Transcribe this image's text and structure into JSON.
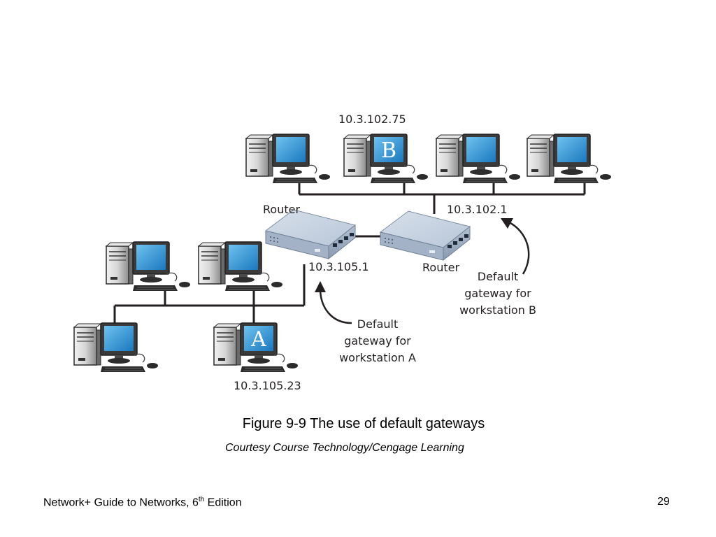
{
  "diagram": {
    "ip_workstation_b": "10.3.102.75",
    "ip_router_right": "10.3.102.1",
    "ip_router_left": "10.3.105.1",
    "ip_workstation_a": "10.3.105.23",
    "router_left_label": "Router",
    "router_right_label": "Router",
    "workstation_b_letter": "B",
    "workstation_a_letter": "A",
    "note_b": [
      "Default",
      "gateway for",
      "workstation  B"
    ],
    "note_a": [
      "Default",
      "gateway for",
      "workstation  A"
    ]
  },
  "caption": "Figure 9-9 The use of default gateways",
  "credit": "Courtesy Course Technology/Cengage Learning",
  "footer": {
    "title_before": "Network+ Guide to Networks, 6",
    "title_sup": "th",
    "title_after": " Edition",
    "page_number": "29"
  },
  "colors": {
    "screen": "#2a8fd1",
    "network_line": "#231f20",
    "router_body": "#a9b8cc"
  }
}
